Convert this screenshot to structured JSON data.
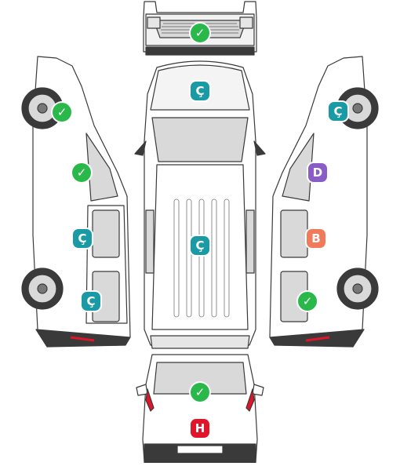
{
  "colors": {
    "check": "#2ab84b",
    "C": "#1a9aa5",
    "D": "#8a5cc6",
    "B": "#f07a5a",
    "H": "#e0152a",
    "outline": "#3a3a3a",
    "glass": "#d9d9d9",
    "body": "#ffffff"
  },
  "badges": {
    "front_bumper": {
      "kind": "check",
      "symbol": "✓",
      "color": "#2ab84b"
    },
    "hood": {
      "kind": "letter",
      "symbol": "Ç",
      "color": "#1a9aa5"
    },
    "roof": {
      "kind": "letter",
      "symbol": "Ç",
      "color": "#1a9aa5"
    },
    "rear_window": {
      "kind": "check",
      "symbol": "✓",
      "color": "#2ab84b"
    },
    "rear_bumper": {
      "kind": "letter",
      "symbol": "H",
      "color": "#e0152a"
    },
    "left_front_fender": {
      "kind": "check",
      "symbol": "✓",
      "color": "#2ab84b"
    },
    "left_front_door": {
      "kind": "check",
      "symbol": "✓",
      "color": "#2ab84b"
    },
    "left_sliding_door": {
      "kind": "letter",
      "symbol": "Ç",
      "color": "#1a9aa5"
    },
    "left_rear_quarter": {
      "kind": "letter",
      "symbol": "Ç",
      "color": "#1a9aa5"
    },
    "right_front_fender": {
      "kind": "letter",
      "symbol": "Ç",
      "color": "#1a9aa5"
    },
    "right_front_door": {
      "kind": "letter",
      "symbol": "D",
      "color": "#8a5cc6"
    },
    "right_sliding_door": {
      "kind": "letter",
      "symbol": "B",
      "color": "#f07a5a"
    },
    "right_rear_quarter": {
      "kind": "check",
      "symbol": "✓",
      "color": "#2ab84b"
    }
  }
}
